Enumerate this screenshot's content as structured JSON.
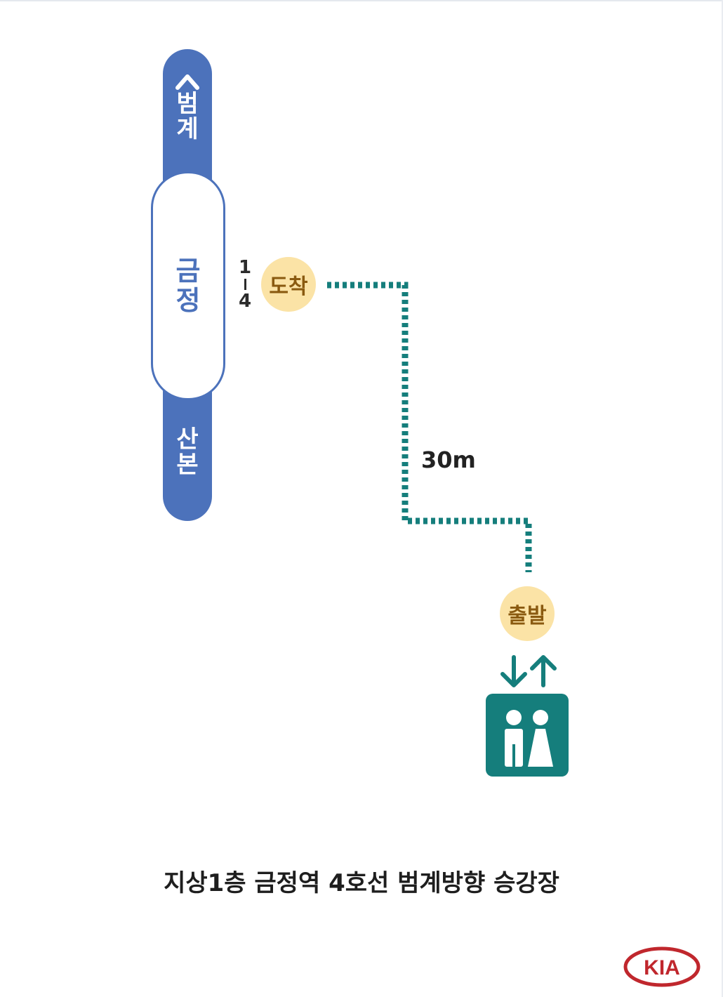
{
  "colors": {
    "line4": "#4c72bb",
    "route": "#157e7c",
    "badge_bg": "#fbe3a6",
    "badge_text": "#8a5a10",
    "logo": "#c0272d"
  },
  "line": {
    "direction_up": [
      "범",
      "계"
    ],
    "direction_down": [
      "산",
      "본"
    ]
  },
  "station": {
    "name": [
      "금",
      "정"
    ]
  },
  "platform": {
    "from": "1",
    "to": "4"
  },
  "route": {
    "arrival_label": "도착",
    "departure_label": "출발",
    "distance": "30m"
  },
  "icons": {
    "up_chevron": "chevron-up-icon",
    "updown_arrows": "up-down-arrows-icon",
    "elevator": "elevator-icon",
    "brand": "kia-logo"
  },
  "caption": "지상1층 금정역 4호선 범계방향 승강장",
  "brand": {
    "logo_text": "KIA"
  }
}
